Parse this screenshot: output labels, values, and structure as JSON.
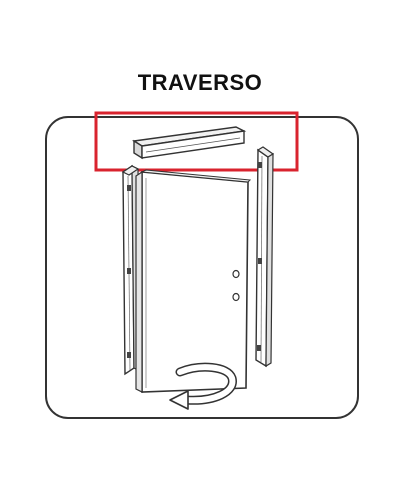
{
  "label": {
    "title": "TRAVERSO"
  },
  "colors": {
    "highlight": "#d9232e",
    "outline": "#333333",
    "shade": "#d9d9d9",
    "background": "#ffffff"
  },
  "icons": {
    "highlight_box": "red-highlight-rectangle",
    "traverso_piece": "crossbar-beam",
    "door": "door-panel",
    "frame_left": "left-jamb",
    "frame_right": "right-jamb",
    "rotation": "curved-rotate-arrow"
  }
}
